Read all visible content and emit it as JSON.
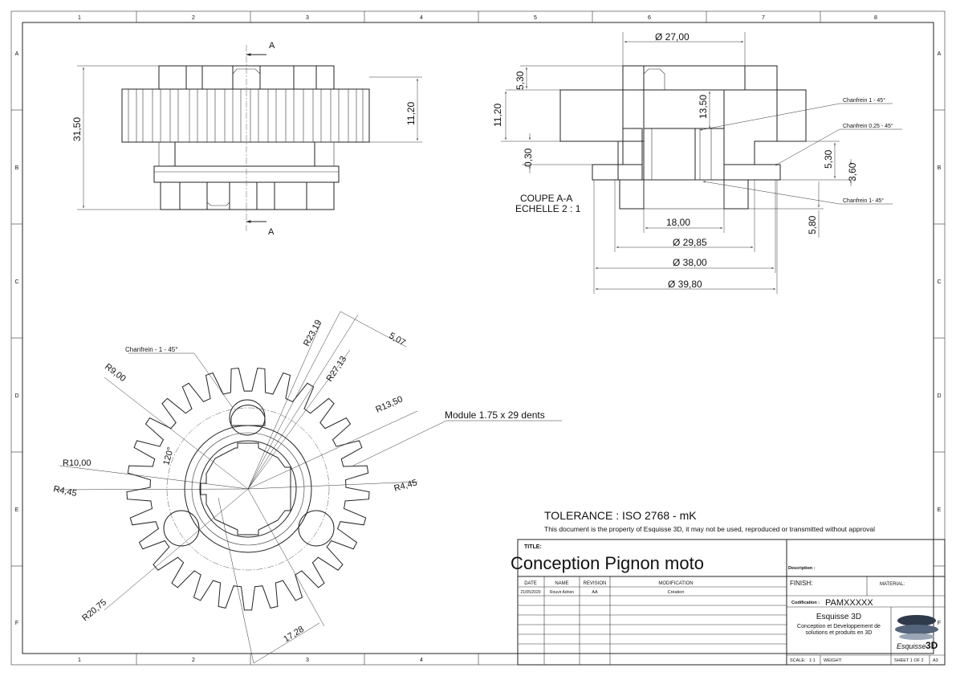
{
  "grid": {
    "cols": [
      "1",
      "2",
      "3",
      "4",
      "5",
      "6",
      "7",
      "8"
    ],
    "rows": [
      "A",
      "B",
      "C",
      "D",
      "E",
      "F"
    ]
  },
  "section_marker": "A",
  "view_front": {
    "dims": [
      "31,50",
      "11,20"
    ]
  },
  "view_section": {
    "title_line1": "COUPE A-A",
    "title_line2": "ECHELLE 2 : 1",
    "dims": {
      "d_top": "Ø 27,00",
      "h_5_30_left": "5,30",
      "h_11_20": "11,20",
      "h_0_30": "0,30",
      "h_13_50": "13,50",
      "h_5_30_right": "5,30",
      "h_3_60": "3,60",
      "h_5_80": "5,80",
      "w_18": "18,00",
      "d_29_85": "Ø 29,85",
      "d_38": "Ø 38,00",
      "d_39_80": "Ø 39,80"
    },
    "callouts": {
      "chamfer_1": "Chanfrein 1 - 45°",
      "chamfer_2": "Chanfrein 0.25 - 45°",
      "chamfer_3": "Chanfrein 1- 45°"
    }
  },
  "view_gear": {
    "chamfer_label": "Chanfrein - 1 - 45°",
    "module_label": "Module 1.75 x 29 dents",
    "teeth": 29,
    "dims": {
      "r23_19": "R23,19",
      "d5_07": "5,07",
      "r27_13": "R27,13",
      "r9": "R9,00",
      "r13_50": "R13,50",
      "angle": "120°",
      "r10": "R10,00",
      "r4_45_left": "R4,45",
      "r4_45_right": "R4,45",
      "r20_75": "R20,75",
      "d17_28": "17,28"
    }
  },
  "notes": {
    "tolerance": "TOLERANCE : ISO 2768 - mK",
    "property": "This document is the property of Esquisse 3D, it may not be used, reproduced or transmitted without approval"
  },
  "title_block": {
    "title_label": "TITLE:",
    "title": "Conception Pignon moto",
    "description_label": "Description :",
    "rev_headers": [
      "DATE",
      "NAME",
      "REVISION",
      "MODIFICATION"
    ],
    "rev_row": [
      "21/05/2020",
      "Rouvir Adrien",
      "AA",
      "Création"
    ],
    "finish_label": "FINISH:",
    "material_label": "MATERIAL:",
    "codification_label": "Codification :",
    "codification": "PAMXXXXX",
    "company": "Esquisse 3D",
    "company_desc1": "Conception et Developpement de",
    "company_desc2": "solutions et produits en 3D",
    "logo_text": "Esquisse",
    "logo_3d": "3D",
    "scale_label": "SCALE:",
    "scale": "1:1",
    "weight_label": "WEIGHT:",
    "sheet": "SHEET 1 OF 2",
    "size": "A3"
  }
}
